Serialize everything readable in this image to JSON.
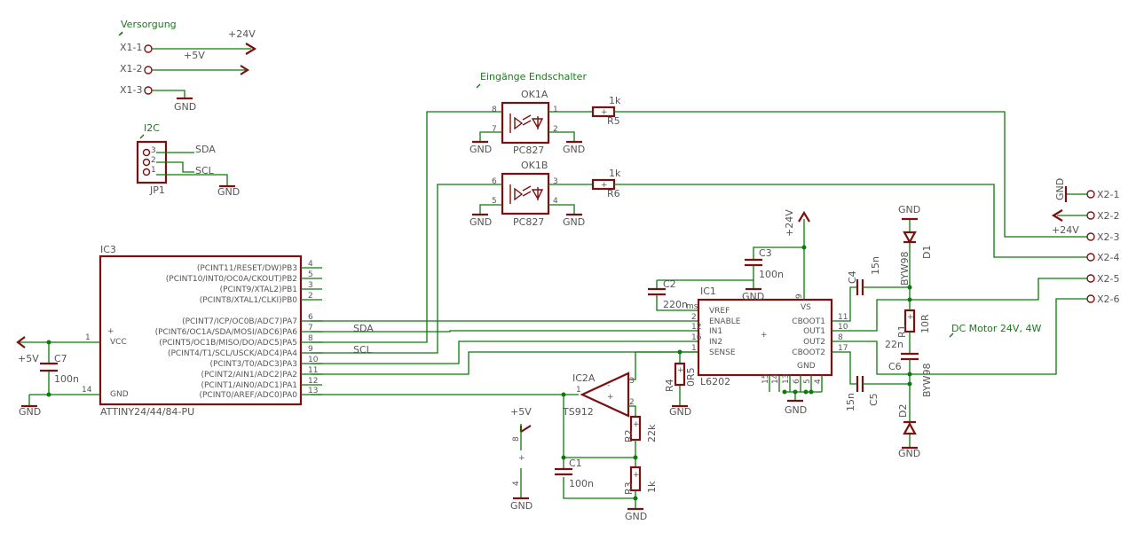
{
  "titles": {
    "versorgung": "Versorgung",
    "eingaenge": "Eingänge Endschalter",
    "i2c": "I2C",
    "dc_motor": "DC Motor 24V, 4W"
  },
  "x1": {
    "pins": [
      "X1-1",
      "X1-2",
      "X1-3"
    ],
    "nets": [
      "+24V",
      "+5V",
      "GND"
    ]
  },
  "x2": {
    "pins": [
      "X2-1",
      "X2-2",
      "X2-3",
      "X2-4",
      "X2-5",
      "X2-6"
    ],
    "nets": [
      "GND",
      "+24V"
    ]
  },
  "jp1": {
    "name": "JP1",
    "pins": [
      "3",
      "2",
      "1"
    ],
    "nets": [
      "SDA",
      "SCL",
      "GND"
    ]
  },
  "ok1a": {
    "name": "OK1A",
    "type": "PC827",
    "pins": [
      "8",
      "7",
      "1",
      "2"
    ],
    "gnd_left": "GND",
    "gnd_right": "GND"
  },
  "ok1b": {
    "name": "OK1B",
    "type": "PC827",
    "pins": [
      "6",
      "5",
      "3",
      "4"
    ],
    "gnd_left": "GND",
    "gnd_right": "GND"
  },
  "r5": {
    "name": "R5",
    "value": "1k"
  },
  "r6": {
    "name": "R6",
    "value": "1k"
  },
  "ic3": {
    "name": "IC3",
    "type": "ATTINY24/44/84-PU",
    "vcc": "VCC",
    "gnd": "GND",
    "vcc_pin": "1",
    "gnd_pin": "14",
    "pins": [
      {
        "num": "4",
        "label": "(PCINT11/RESET/DW)PB3"
      },
      {
        "num": "5",
        "label": "(PCINT10/INT0/OC0A/CKOUT)PB2"
      },
      {
        "num": "3",
        "label": "(PCINT9/XTAL2)PB1"
      },
      {
        "num": "2",
        "label": "(PCINT8/XTAL1/CLKI)PB0"
      },
      {
        "num": "6",
        "label": "(PCINT7/ICP/OC0B/ADC7)PA7"
      },
      {
        "num": "7",
        "label": "(PCINT6/OC1A/SDA/MOSI/ADC6)PA6"
      },
      {
        "num": "8",
        "label": "(PCINT5/OC1B/MISO/DO/ADC5)PA5"
      },
      {
        "num": "9",
        "label": "(PCINT4/T1/SCL/USCK/ADC4)PA4"
      },
      {
        "num": "10",
        "label": "(PCINT3/T0/ADC3)PA3"
      },
      {
        "num": "11",
        "label": "(PCINT2/AIN1/ADC2)PA2"
      },
      {
        "num": "12",
        "label": "(PCINT1/AIN0/ADC1)PA1"
      },
      {
        "num": "13",
        "label": "(PCINT0/AREF/ADC0)PA0"
      }
    ],
    "net_sda": "SDA",
    "net_scl": "SCL",
    "supply": "+5V",
    "gnd_net": "GND"
  },
  "c7": {
    "name": "C7",
    "value": "100n"
  },
  "ic1": {
    "name": "IC1",
    "type": "L6202",
    "left": [
      {
        "num": "",
        "label": "VREF"
      },
      {
        "num": "2",
        "label": "ENABLE"
      },
      {
        "num": "12",
        "label": "IN1"
      },
      {
        "num": "16",
        "label": "IN2"
      },
      {
        "num": "1",
        "label": "SENSE"
      }
    ],
    "right": [
      {
        "num": "11",
        "label": "CBOOT1"
      },
      {
        "num": "10",
        "label": "OUT1"
      },
      {
        "num": "8",
        "label": "OUT2"
      },
      {
        "num": "17",
        "label": "CBOOT2"
      }
    ],
    "vs": "VS",
    "vs_pin": "9",
    "gnd": "GND",
    "gnd_pins": [
      "15",
      "14",
      "13",
      "6",
      "5",
      "4"
    ],
    "supply": "+24V",
    "gnd_net": "GND"
  },
  "c2": {
    "name": "C2",
    "value": "220n"
  },
  "c3": {
    "name": "C3",
    "value": "100n"
  },
  "c4": {
    "name": "C4",
    "value": "15n"
  },
  "c5": {
    "name": "C5",
    "value": "15n"
  },
  "c6": {
    "name": "C6",
    "value": "22n"
  },
  "r1": {
    "name": "R1",
    "value": "10R"
  },
  "d1": {
    "name": "D1",
    "type": "BYW98"
  },
  "d2": {
    "name": "D2",
    "type": "BYW98"
  },
  "r4": {
    "name": "R4",
    "value": "0R5"
  },
  "ic2a": {
    "name": "IC2A",
    "type": "TS912",
    "pins": [
      "1",
      "3",
      "2",
      "8",
      "4"
    ],
    "supply": "+5V"
  },
  "r2": {
    "name": "R2",
    "value": "22k"
  },
  "r3": {
    "name": "R3",
    "value": "1k"
  },
  "c1": {
    "name": "C1",
    "value": "100n"
  },
  "gnd": "GND",
  "plus5": "+5V",
  "plus24": "+24V",
  "ms": "ms"
}
